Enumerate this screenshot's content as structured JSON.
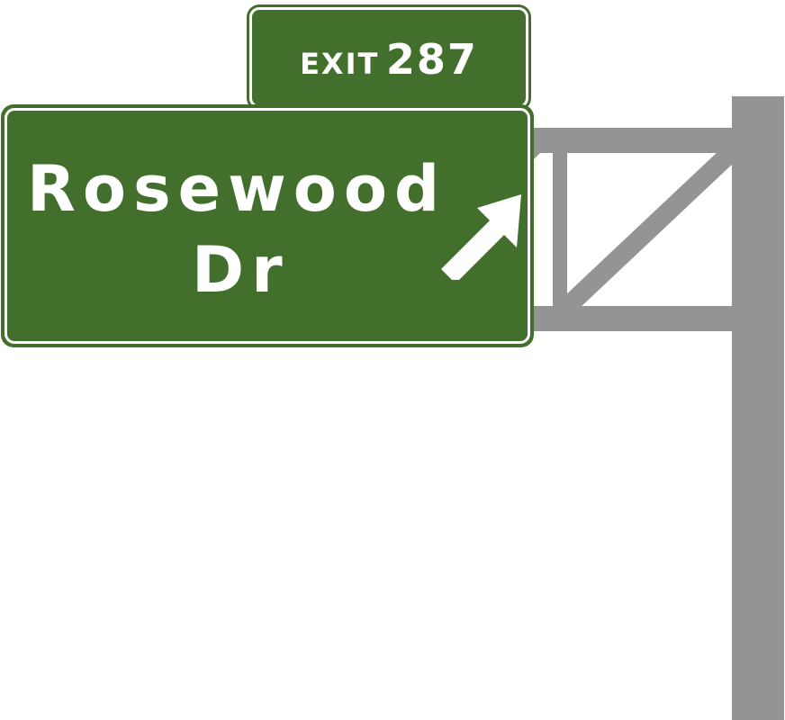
{
  "exit_tab": {
    "word": "EXIT",
    "number": "287"
  },
  "main_sign": {
    "line1": "Rosewood",
    "line2": "Dr",
    "arrow_icon": "arrow-up-right-icon"
  },
  "colors": {
    "sign_green": "#426f2b",
    "sign_border": "#ffffff",
    "structure_gray": "#949494",
    "background": "#ffffff",
    "text": "#ffffff"
  }
}
